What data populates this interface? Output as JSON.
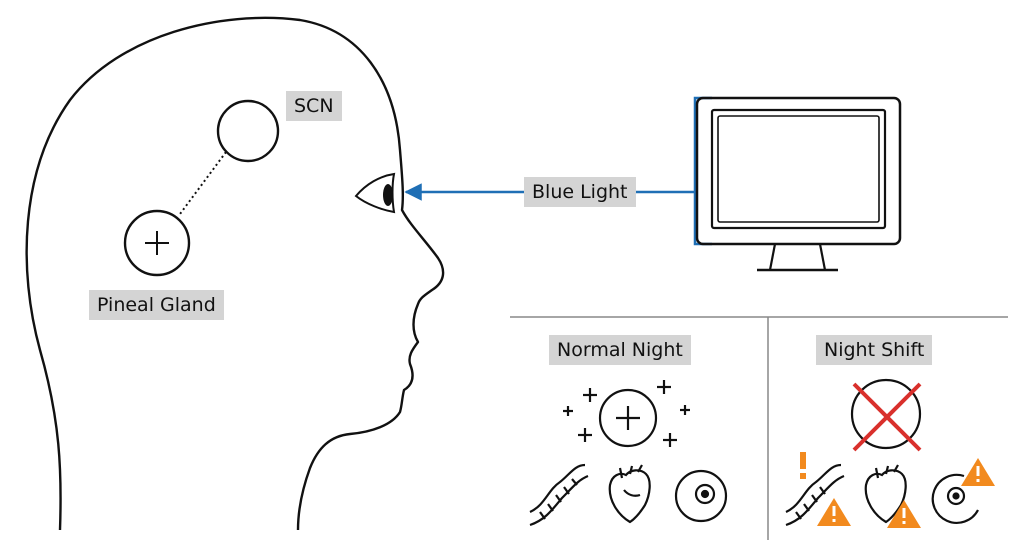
{
  "labels": {
    "scn": "SCN",
    "pineal_gland": "Pineal Gland",
    "blue_light": "Blue Light",
    "normal_night": "Normal Night",
    "night_shift": "Night Shift"
  },
  "icons": {
    "head": "head-profile-icon",
    "eye": "eye-icon",
    "monitor": "monitor-icon",
    "scn": "scn-circle-icon",
    "pineal": "pineal-gland-icon",
    "dna": "dna-icon",
    "heart": "heart-icon",
    "cell": "cell-icon",
    "warning": "warning-icon",
    "no_melatonin": "cross-icon"
  },
  "colors": {
    "line": "#111111",
    "arrow": "#1f6fb5",
    "label_bg": "#d4d4d4",
    "warning": "#f28a1e",
    "cross": "#d9302c",
    "divider": "#888888"
  }
}
